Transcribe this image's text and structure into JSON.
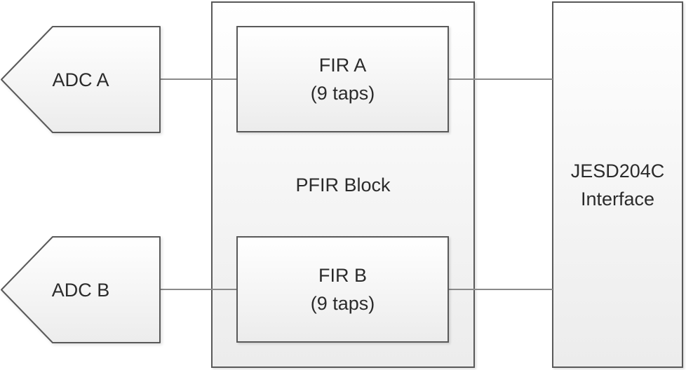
{
  "colors": {
    "shape_border": "#595959",
    "connector": "#8a8a8a",
    "fill_top": "#ffffff",
    "fill_bottom": "#ececec",
    "text": "#2b2b2b",
    "background": "#ffffff"
  },
  "blocks": {
    "adc_a": {
      "label": "ADC A"
    },
    "adc_b": {
      "label": "ADC B"
    },
    "pfir": {
      "label": "PFIR Block"
    },
    "fir_a": {
      "line1": "FIR A",
      "line2": "(9 taps)"
    },
    "fir_b": {
      "line1": "FIR B",
      "line2": "(9 taps)"
    },
    "jesd": {
      "line1": "JESD204C",
      "line2": "Interface"
    }
  }
}
